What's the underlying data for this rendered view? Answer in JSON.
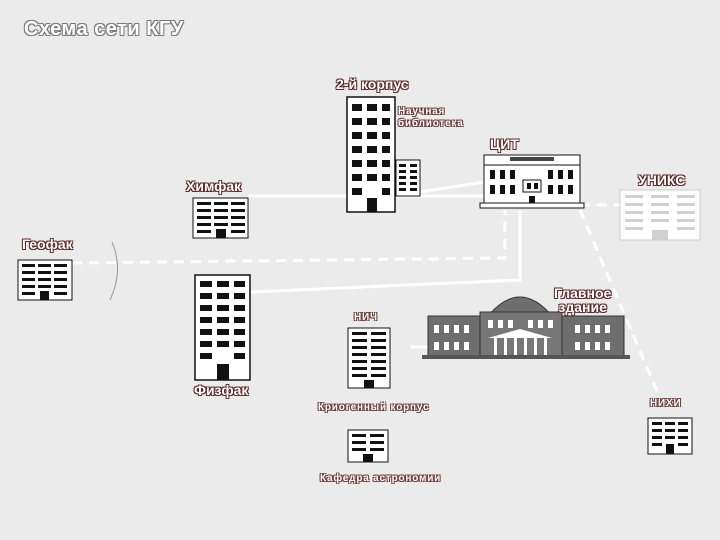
{
  "title": "Схема сети КГУ",
  "nodes": {
    "korpus2": "2-й корпус",
    "library": "Научная\nбиблиотека",
    "cit": "ЦИТ",
    "himfak": "Химфак",
    "uniks": "УНИКС",
    "geofak": "Геофак",
    "fizfak": "Физфак",
    "nich": "НИЧ",
    "main_building": "Главное\nздание",
    "cryo": "Криогенный корпус",
    "astro": "Кафедра астрономии",
    "nihi": "НИХИ"
  }
}
